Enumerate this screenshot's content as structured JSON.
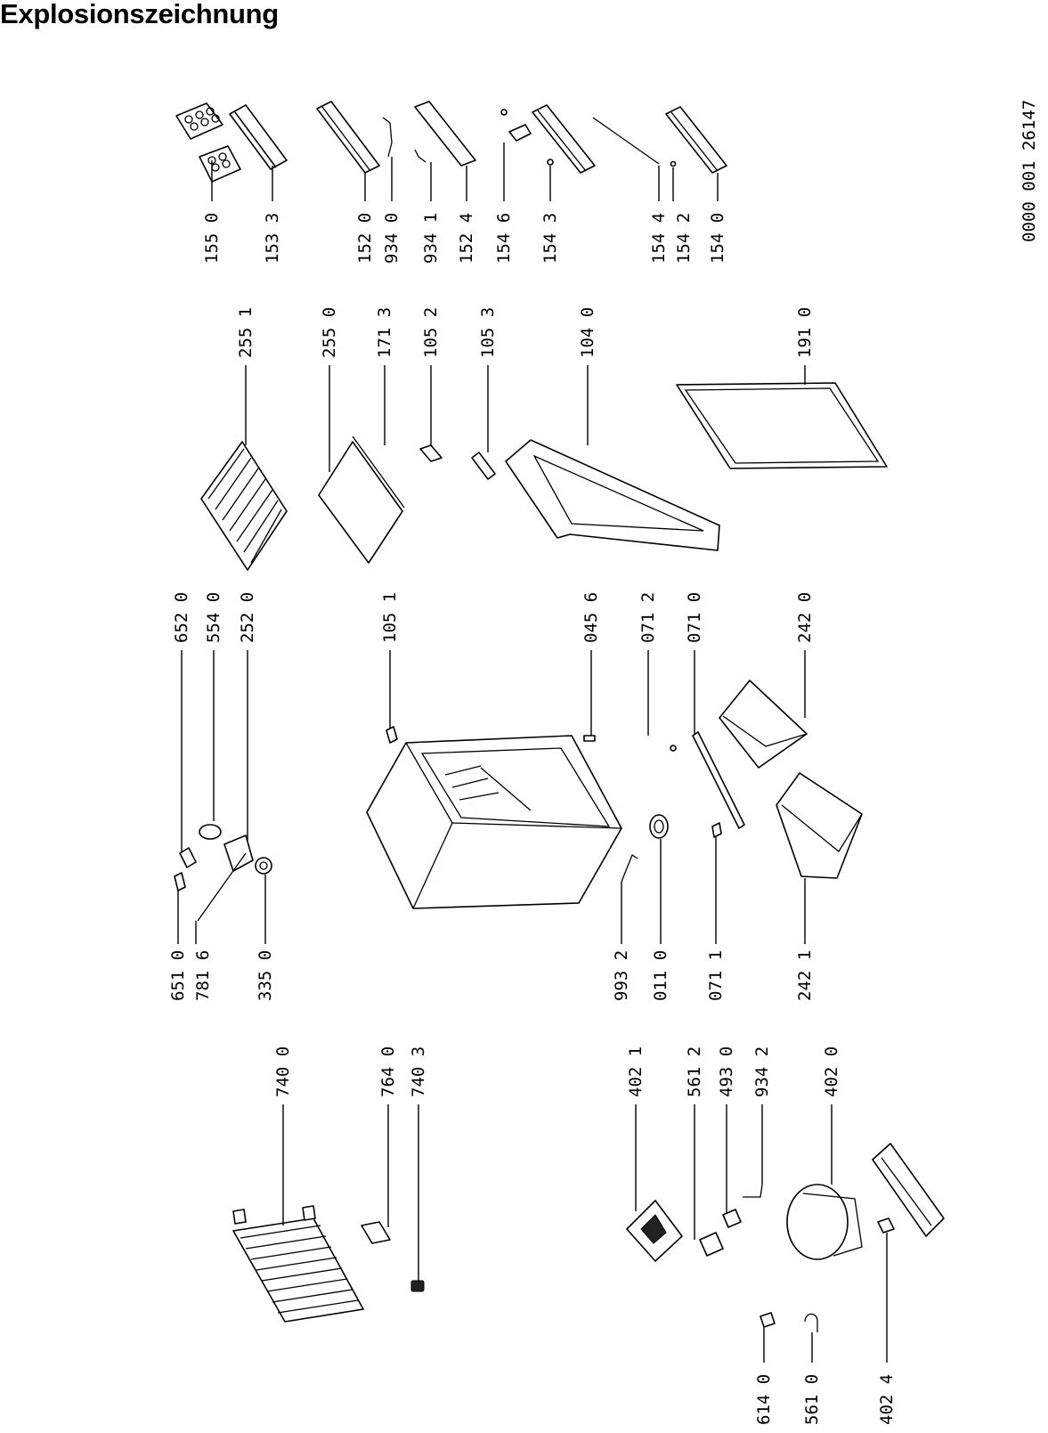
{
  "title": "Explosionszeichnung",
  "doc_number": "0000 001 26147",
  "callouts": {
    "c155_0": "155 0",
    "c153_3": "153 3",
    "c152_0": "152 0",
    "c934_0": "934 0",
    "c934_1": "934 1",
    "c152_4": "152 4",
    "c154_6": "154 6",
    "c154_3": "154 3",
    "c154_4": "154 4",
    "c154_2": "154 2",
    "c154_0": "154 0",
    "c255_1": "255 1",
    "c255_0": "255 0",
    "c171_3": "171 3",
    "c105_2": "105 2",
    "c105_3": "105 3",
    "c104_0": "104 0",
    "c191_0": "191 0",
    "c652_0": "652 0",
    "c554_0": "554 0",
    "c252_0": "252 0",
    "c105_1": "105 1",
    "c045_6": "045 6",
    "c071_2": "071 2",
    "c071_0": "071 0",
    "c242_0": "242 0",
    "c651_0": "651 0",
    "c781_6": "781 6",
    "c335_0": "335 0",
    "c993_2": "993 2",
    "c011_0": "011 0",
    "c071_1": "071 1",
    "c242_1": "242 1",
    "c740_0": "740 0",
    "c764_0": "764 0",
    "c740_3": "740 3",
    "c402_1": "402 1",
    "c561_2": "561 2",
    "c493_0": "493 0",
    "c934_2": "934 2",
    "c402_0": "402 0",
    "c614_0": "614 0",
    "c561_0": "561 0",
    "c402_4": "402 4"
  }
}
